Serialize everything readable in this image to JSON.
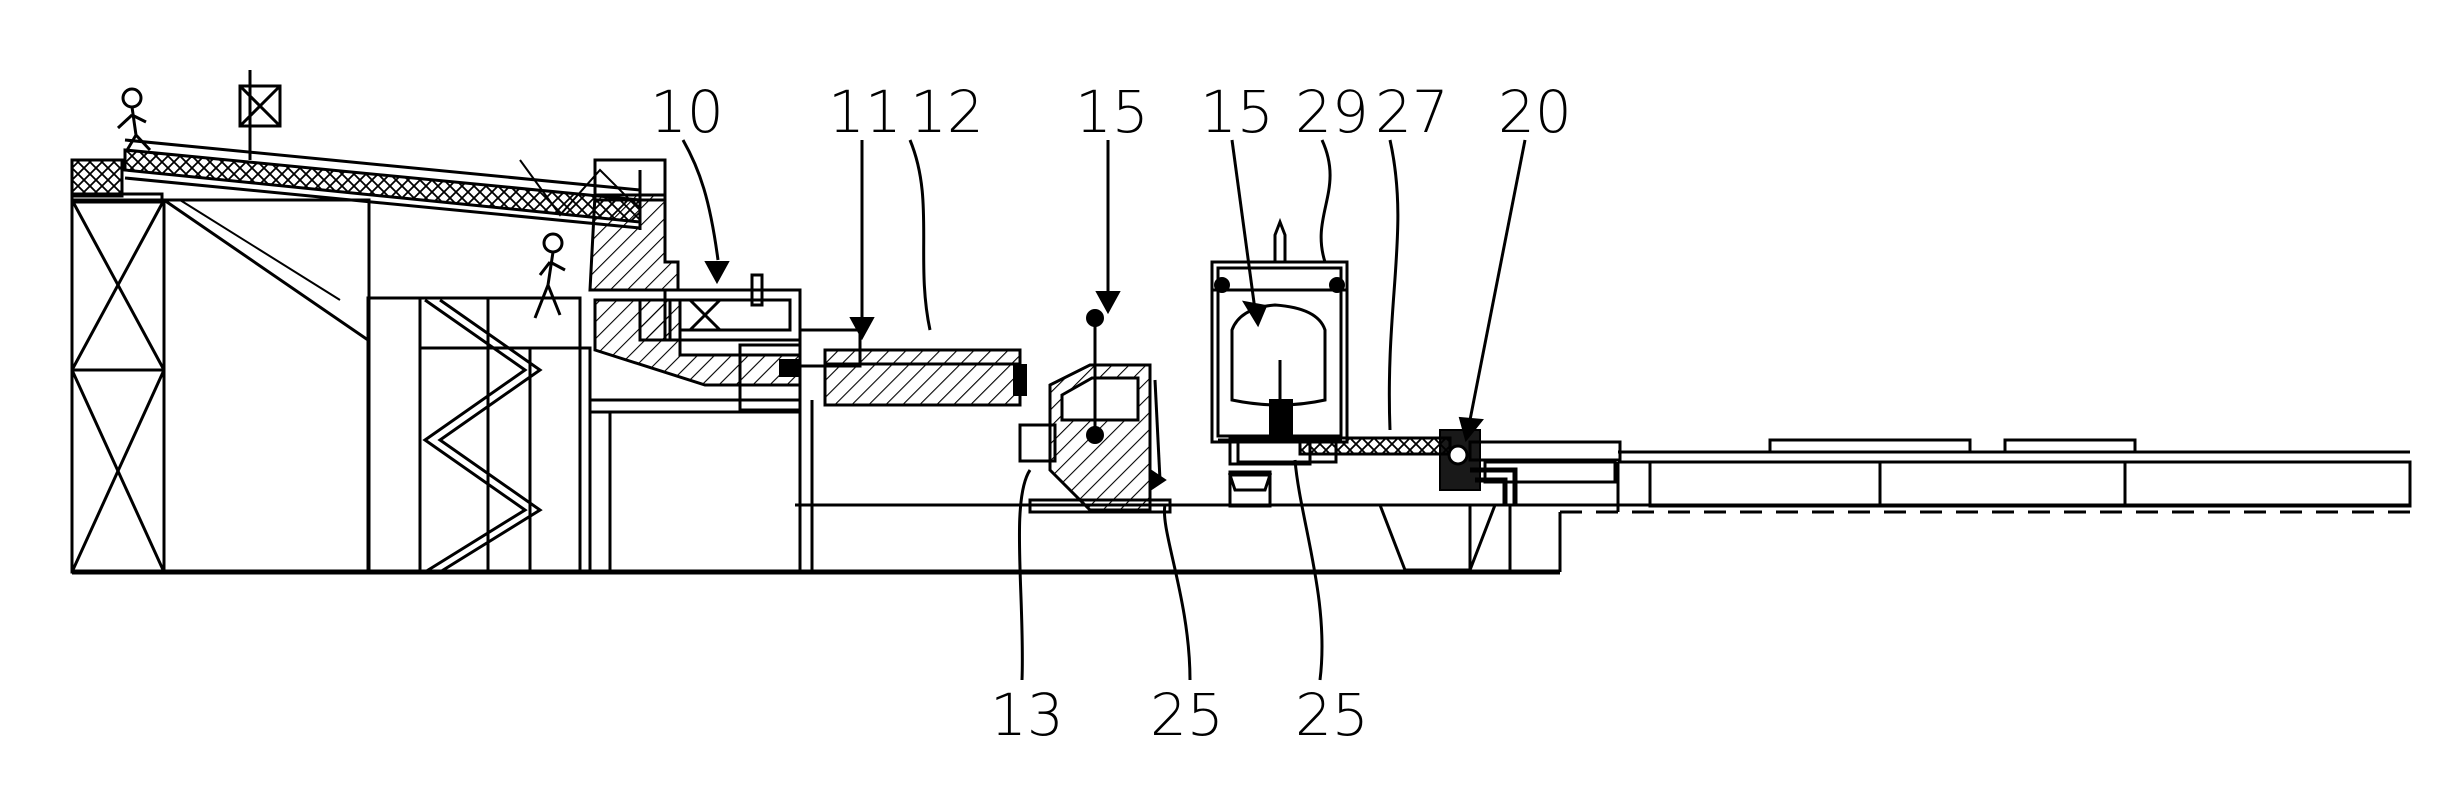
{
  "figure": {
    "labels": [
      {
        "id": "label-10",
        "text": "10"
      },
      {
        "id": "label-11",
        "text": "11"
      },
      {
        "id": "label-12",
        "text": "12"
      },
      {
        "id": "label-15a",
        "text": "15"
      },
      {
        "id": "label-15b",
        "text": "15"
      },
      {
        "id": "label-29",
        "text": "29"
      },
      {
        "id": "label-27",
        "text": "27"
      },
      {
        "id": "label-20",
        "text": "20"
      },
      {
        "id": "label-13",
        "text": "13"
      },
      {
        "id": "label-25a",
        "text": "25"
      },
      {
        "id": "label-25b",
        "text": "25"
      }
    ]
  }
}
